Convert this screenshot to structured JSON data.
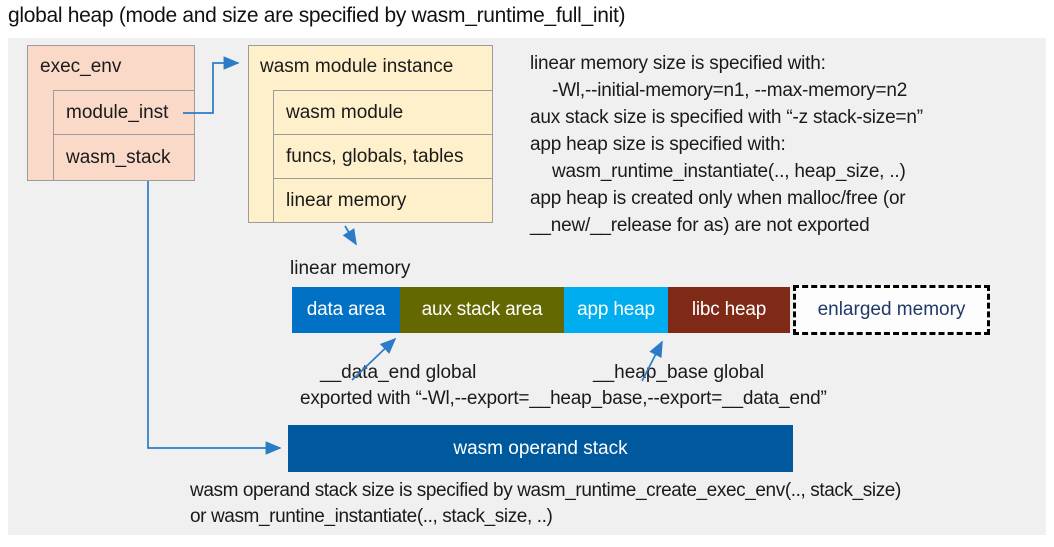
{
  "title": "global heap (mode and size are specified by wasm_runtime_full_init)",
  "exec_env": {
    "title": "exec_env",
    "rows": [
      "module_inst",
      "wasm_stack"
    ]
  },
  "module_instance": {
    "title": "wasm module instance",
    "rows": [
      "wasm module",
      "funcs, globals, tables",
      "linear memory"
    ]
  },
  "info_notes": {
    "lines": [
      "linear memory size is specified with:",
      "-Wl,--initial-memory=n1, --max-memory=n2",
      "aux stack size is specified with “-z stack-size=n”",
      "app heap size is specified with:",
      "wasm_runtime_instantiate(.., heap_size, ..)",
      "app heap is created only when malloc/free (or",
      "__new/__release for as) are not exported"
    ]
  },
  "linear_memory": {
    "label": "linear memory",
    "segments": [
      {
        "label": "data area",
        "color": "#0071c5"
      },
      {
        "label": "aux stack area",
        "color": "#636800"
      },
      {
        "label": "app heap",
        "color": "#00aeef"
      },
      {
        "label": "libc heap",
        "color": "#7e2a17"
      },
      {
        "label": "enlarged memory",
        "color": "#fdfdfd",
        "text_color": "#1f3a68",
        "border": "dashed"
      }
    ],
    "data_end_label": "__data_end global",
    "heap_base_label": "__heap_base global",
    "export_note": "exported with “-Wl,--export=__heap_base,--export=__data_end”"
  },
  "operand_stack": {
    "label": "wasm operand stack",
    "note_lines": [
      "wasm operand stack size is specified by wasm_runtime_create_exec_env(.., stack_size)",
      "or wasm_runtine_instantiate(.., stack_size, ..)"
    ]
  },
  "colors": {
    "panel_background": "#f0f0f0",
    "exec_env_fill": "#fbd9c8",
    "module_instance_fill": "#fdf0cb",
    "box_border": "#9c9c9c",
    "arrow_blue": "#2b7bc7",
    "operand_stack_fill": "#00599c"
  }
}
